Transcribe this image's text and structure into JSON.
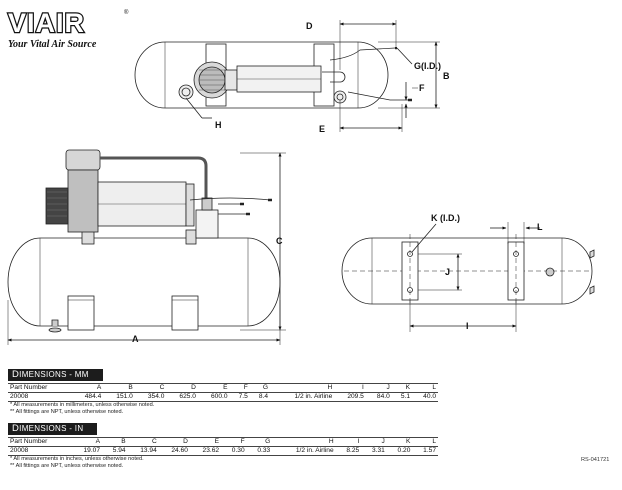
{
  "brand": {
    "name": "VIAIR",
    "registered": "®",
    "tagline": "Your Vital Air Source"
  },
  "labels": {
    "A": "A",
    "B": "B",
    "C": "C",
    "D": "D",
    "E": "E",
    "F": "F",
    "G": "G(I.D.)",
    "H": "H",
    "I": "I",
    "J": "J",
    "K": "K (I.D.)",
    "L": "L"
  },
  "tables": [
    {
      "title_first": "D",
      "title_rest": "IMENSIONS",
      "unit": " - MM",
      "columns": [
        "Part Number",
        "A",
        "B",
        "C",
        "D",
        "E",
        "F",
        "G",
        "H",
        "I",
        "J",
        "K",
        "L"
      ],
      "row": [
        "20008",
        "484.4",
        "151.0",
        "354.0",
        "625.0",
        "600.0",
        "7.5",
        "8.4",
        "1/2 in. Airline",
        "209.5",
        "84.0",
        "5.1",
        "40.0"
      ],
      "notes": [
        "* All measurements in millimeters, unless otherwise noted.",
        "** All fittings are NPT, unless otherwise noted."
      ]
    },
    {
      "title_first": "D",
      "title_rest": "IMENSIONS",
      "unit": " - IN",
      "columns": [
        "Part Number",
        "A",
        "B",
        "C",
        "D",
        "E",
        "F",
        "G",
        "H",
        "I",
        "J",
        "K",
        "L"
      ],
      "row": [
        "20008",
        "19.07",
        "5.94",
        "13.94",
        "24.60",
        "23.62",
        "0.30",
        "0.33",
        "1/2 in. Airline",
        "8.25",
        "3.31",
        "0.20",
        "1.57"
      ],
      "notes": [
        "* All measurements in inches, unless otherwise noted.",
        "** All fittings are NPT, unless otherwise noted."
      ]
    }
  ],
  "ref": "RS-041721"
}
